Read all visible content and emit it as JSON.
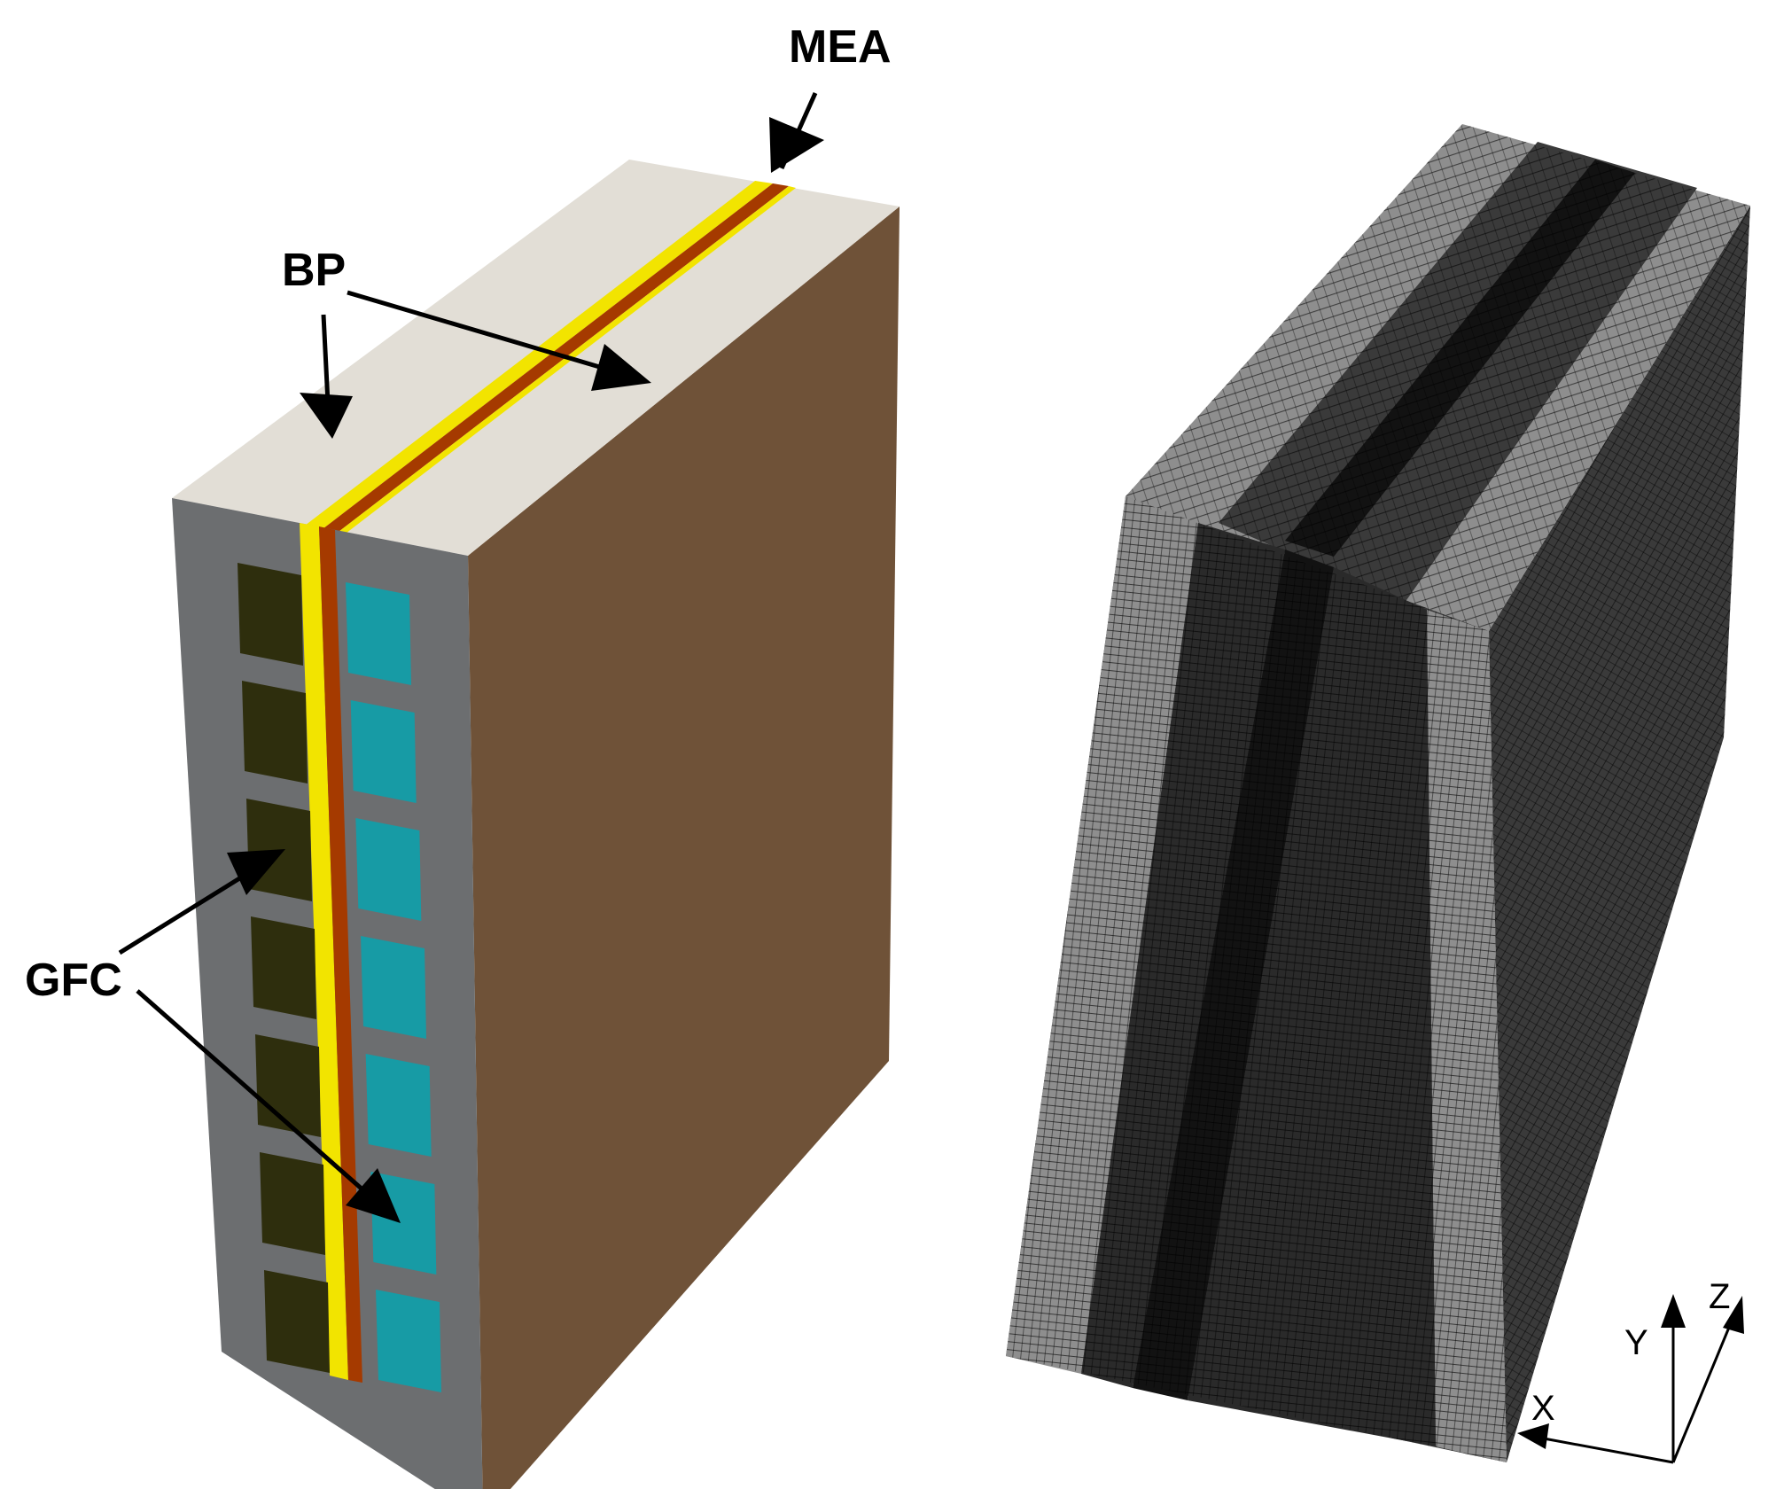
{
  "labels": {
    "mea": "MEA",
    "bp": "BP",
    "gfc": "GFC"
  },
  "axes": {
    "x": "X",
    "y": "Y",
    "z": "Z"
  },
  "colors": {
    "bp_top": "#e2ded6",
    "bp_side": "#6f5238",
    "bp_front": "#6c6e70",
    "channel_anode": "#2e2e0d",
    "channel_cathode": "#179ba5",
    "gdl": "#f2e400",
    "membrane": "#a53a00",
    "mesh_light": "#8e8e8e",
    "mesh_mid": "#3a3a3a",
    "mesh_dark": "#121212"
  },
  "channel_rows": 7
}
